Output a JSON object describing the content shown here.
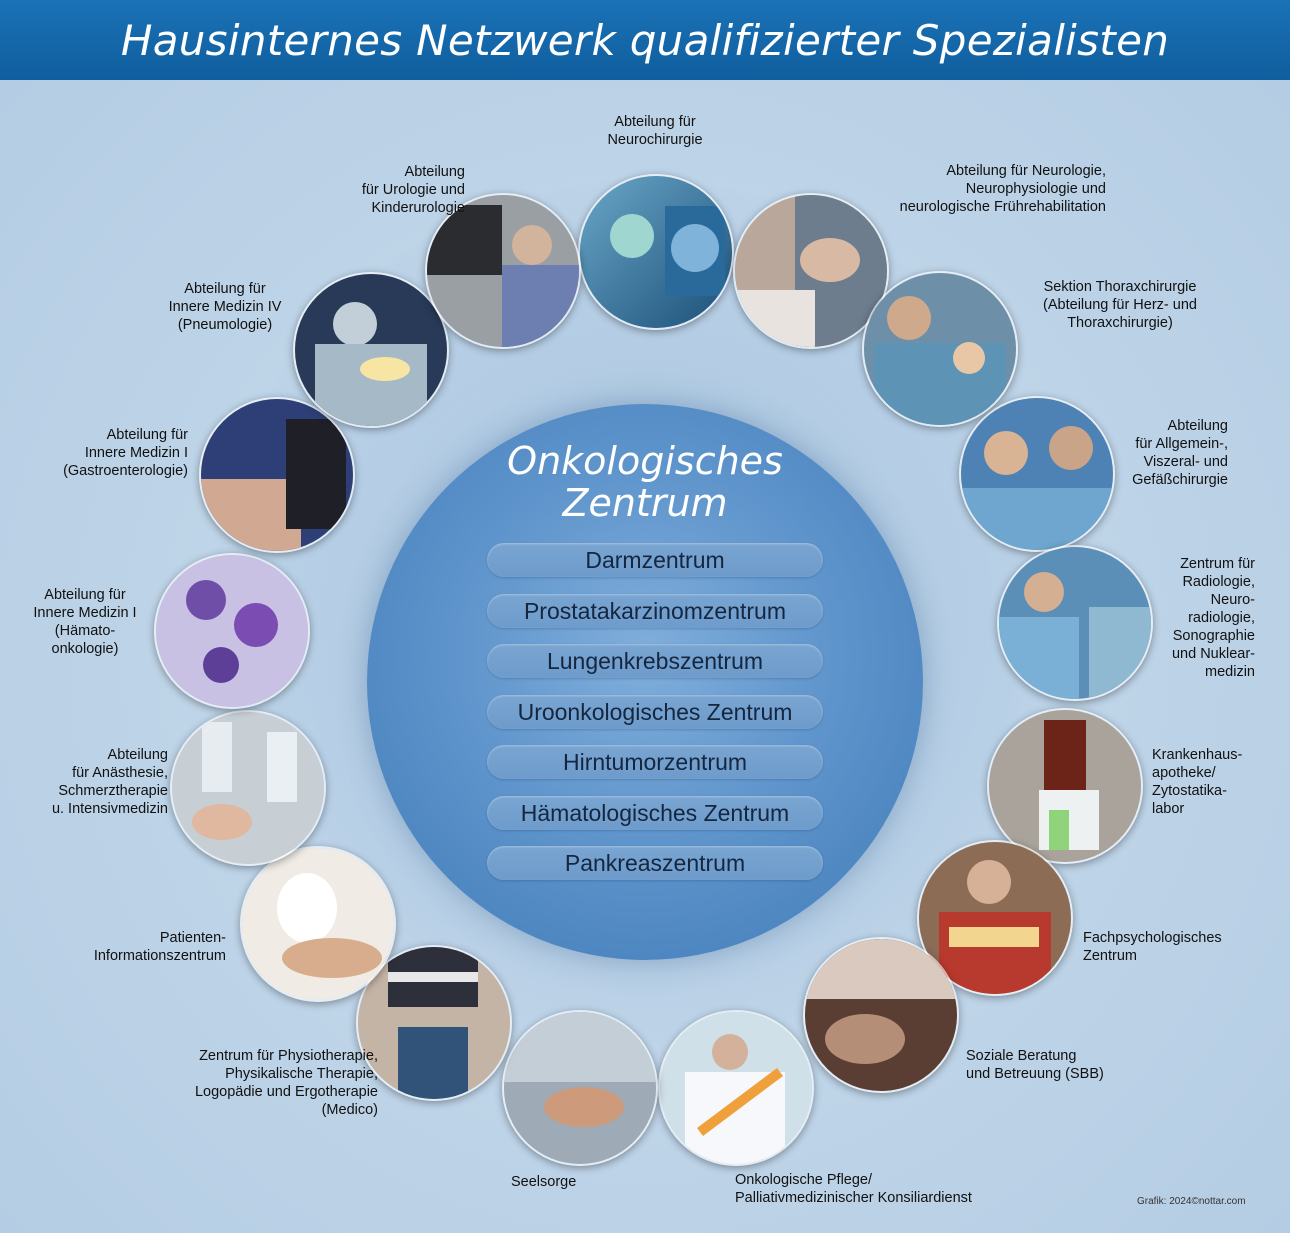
{
  "header": {
    "title": "Hausinternes Netzwerk qualifizierter Spezialisten"
  },
  "center": {
    "title_line1": "Onkologisches",
    "title_line2": "Zentrum",
    "pills": [
      "Darmzentrum",
      "Prostatakarzinomzentrum",
      "Lungenkrebszentrum",
      "Uroonkologisches Zentrum",
      "Hirntumorzentrum",
      "Hämatologisches Zentrum",
      "Pankreaszentrum"
    ]
  },
  "departments": [
    {
      "lines": [
        "Abteilung für",
        "Neurochirurgie"
      ]
    },
    {
      "lines": [
        "Abteilung für Neurologie,",
        "Neurophysiologie und",
        "neurologische Frührehabilitation"
      ]
    },
    {
      "lines": [
        "Sektion Thoraxchirurgie",
        "(Abteilung für Herz- und",
        "Thoraxchirurgie)"
      ]
    },
    {
      "lines": [
        "Abteilung",
        "für Allgemein-,",
        "Viszeral- und",
        "Gefäßchirurgie"
      ]
    },
    {
      "lines": [
        "Zentrum für",
        "Radiologie,",
        "Neuro-",
        "radiologie,",
        "Sonographie",
        "und Nuklear-",
        "medizin"
      ]
    },
    {
      "lines": [
        "Krankenhaus-",
        "apotheke/",
        "Zytostatika-",
        "labor"
      ]
    },
    {
      "lines": [
        "Fachpsychologisches",
        "Zentrum"
      ]
    },
    {
      "lines": [
        "Soziale Beratung",
        "und Betreuung (SBB)"
      ]
    },
    {
      "lines": [
        "Onkologische Pflege/",
        "Palliativmedizinischer Konsiliardienst"
      ]
    },
    {
      "lines": [
        "Seelsorge"
      ]
    },
    {
      "lines": [
        "Zentrum für Physiotherapie,",
        "Physikalische Therapie,",
        "Logopädie und Ergotherapie",
        "(Medico)"
      ]
    },
    {
      "lines": [
        "Patienten-",
        "Informationszentrum"
      ]
    },
    {
      "lines": [
        "Abteilung",
        "für Anästhesie,",
        "Schmerztherapie",
        "u. Intensivmedizin"
      ]
    },
    {
      "lines": [
        "Abteilung für",
        "Innere Medizin I",
        "(Hämato-",
        "onkologie)"
      ]
    },
    {
      "lines": [
        "Abteilung für",
        "Innere Medizin I",
        "(Gastroenterologie)"
      ]
    },
    {
      "lines": [
        "Abteilung für",
        "Innere Medizin IV",
        "(Pneumologie)"
      ]
    },
    {
      "lines": [
        "Abteilung",
        "für Urologie und",
        "Kinderurologie"
      ]
    }
  ],
  "credit": "Grafik: 2024©nottar.com",
  "icons": [
    "photo-icon"
  ]
}
